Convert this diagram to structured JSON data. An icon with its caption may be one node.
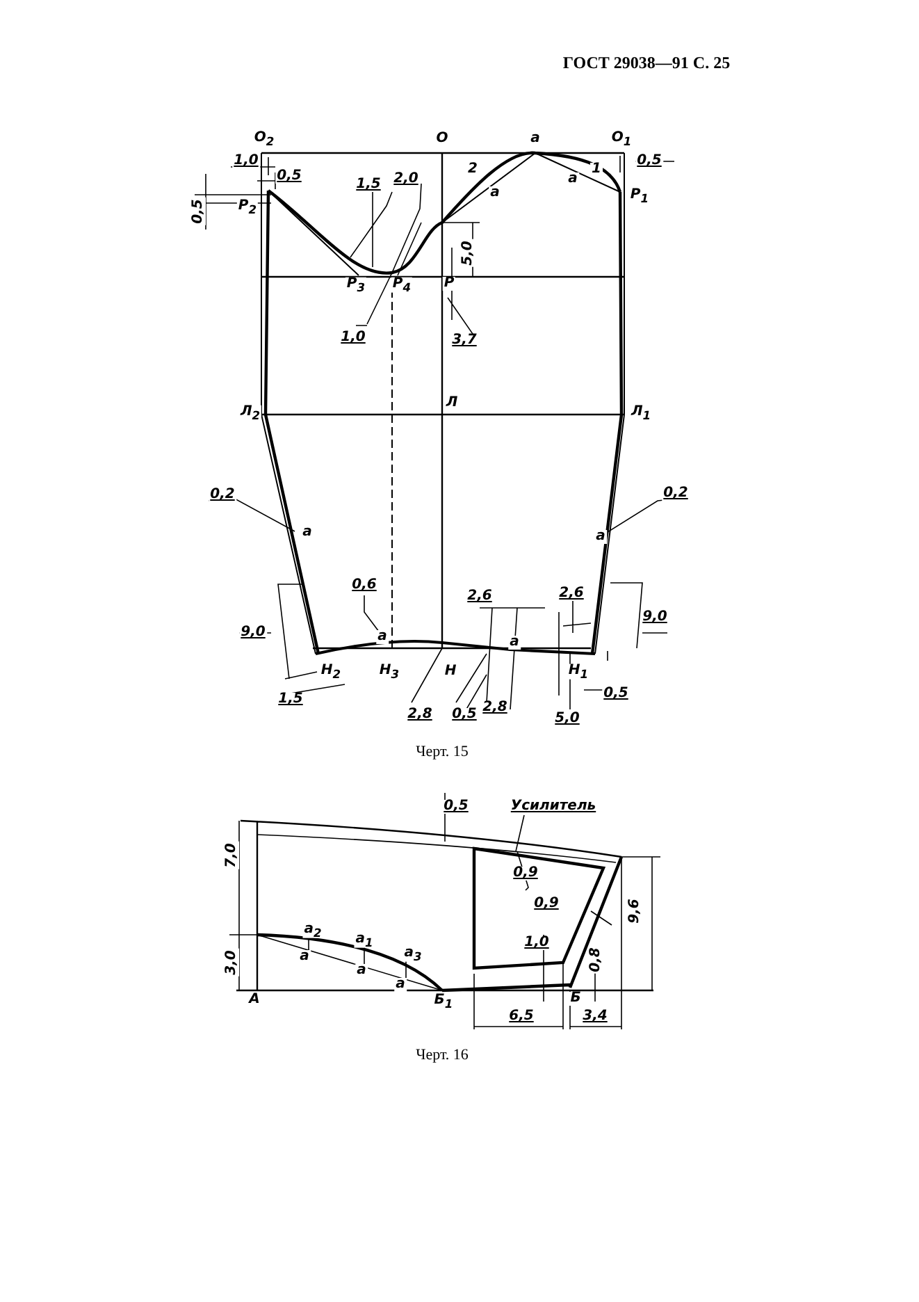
{
  "diagram": {
    "nodes": [
      {
        "text": [
          "Усилитель"
        ]
      },
      {
        "text": [],
        "shape": "box"
      }
    ],
    "edges": [
      {
        "from": 0,
        "to": 1,
        "arrow": "none"
      }
    ],
    "labels": [
      "ГОСТ 29038—91 С. 25",
      "О$_{2}$",
      "О",
      "а",
      "О$_{1}$",
      "1,0",
      "1",
      "0,5",
      "0,5",
      "2",
      "а",
      "1,5",
      "2,0",
      "а",
      "Р$_{1}$",
      "0,5",
      "Р$_{2}$",
      "5,0",
      "Р$_{3}$",
      "Р$_{4}$",
      "Р",
      "1,0",
      "3,7",
      "Л$_{2}$",
      "Л",
      "Л$_{1}$",
      "0,2",
      "0,2",
      "а",
      "а",
      "0,6",
      "2,6",
      "2,6",
      "9,0",
      "9,0",
      "а",
      "а",
      "Н$_{2}$",
      "Н$_{3}$",
      "Н",
      "Н$_{1}$",
      "1,5",
      "2,8",
      "0,5",
      "2,8",
      "5,0",
      "0,5",
      "Черт. 15",
      "0,5",
      "7,0",
      "0,9",
      "0,9",
      "а$_{2}$",
      "а$_{1}$",
      "1,0",
      "а$_{3}$",
      "а",
      "3,0",
      "0,8",
      "9,6",
      "а",
      "а",
      "А",
      "Б$_{1}$",
      "Б",
      "6,5",
      "3,4",
      "Черт. 16"
    ]
  }
}
